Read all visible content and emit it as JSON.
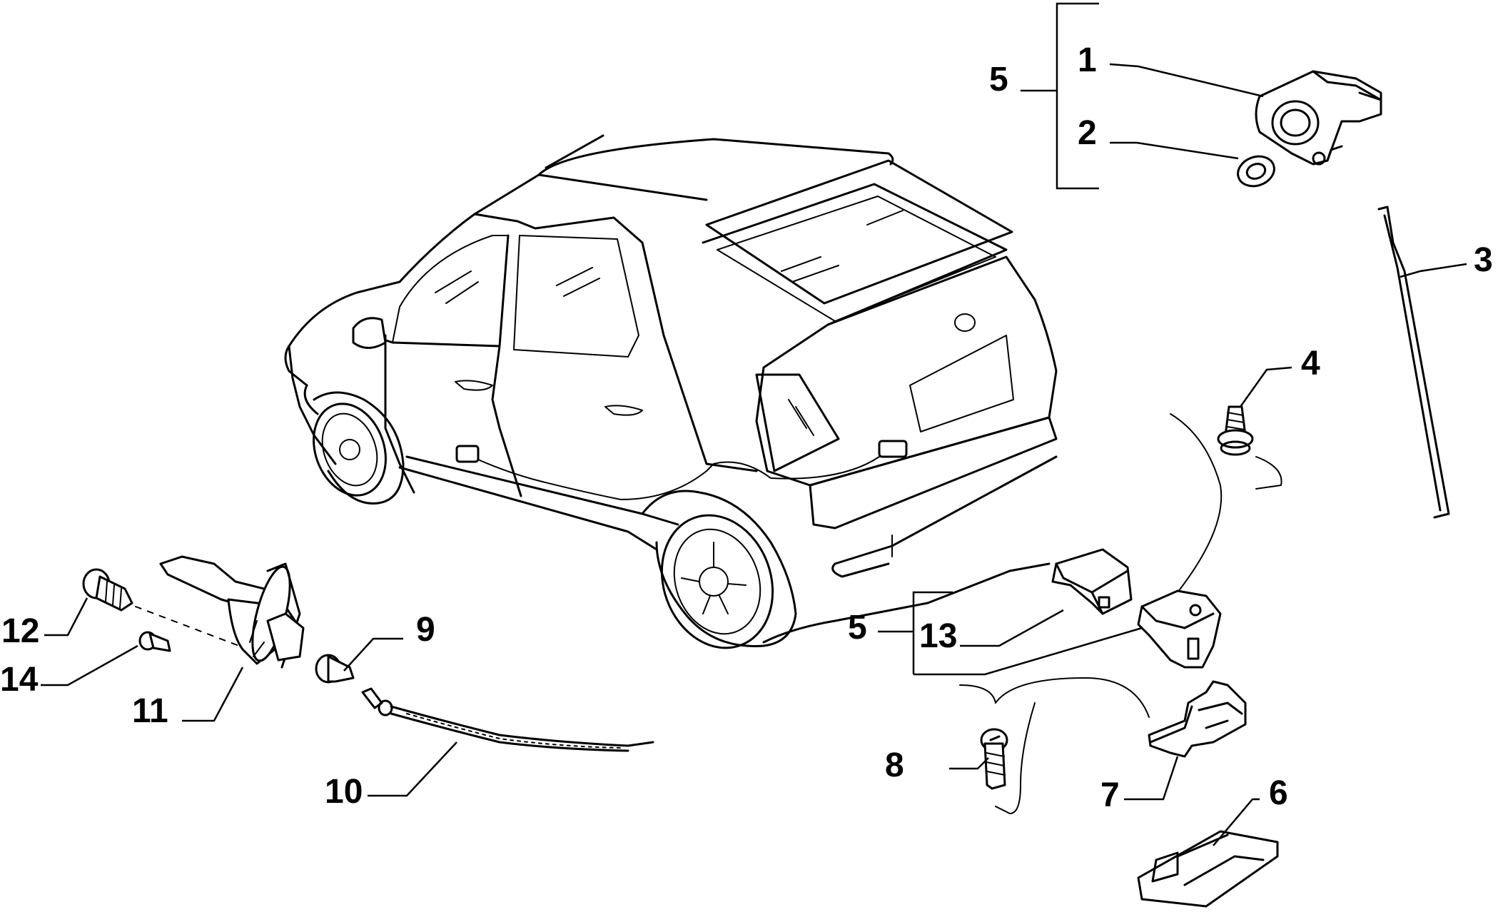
{
  "colors": {
    "line": "#000000",
    "background": "#ffffff"
  },
  "callouts": {
    "c1": "1",
    "c2": "2",
    "c3": "3",
    "c4": "4",
    "c5_top": "5",
    "c5_mid": "5",
    "c6": "6",
    "c7": "7",
    "c8": "8",
    "c9": "9",
    "c10": "10",
    "c11": "11",
    "c12": "12",
    "c13": "13",
    "c14": "14"
  }
}
